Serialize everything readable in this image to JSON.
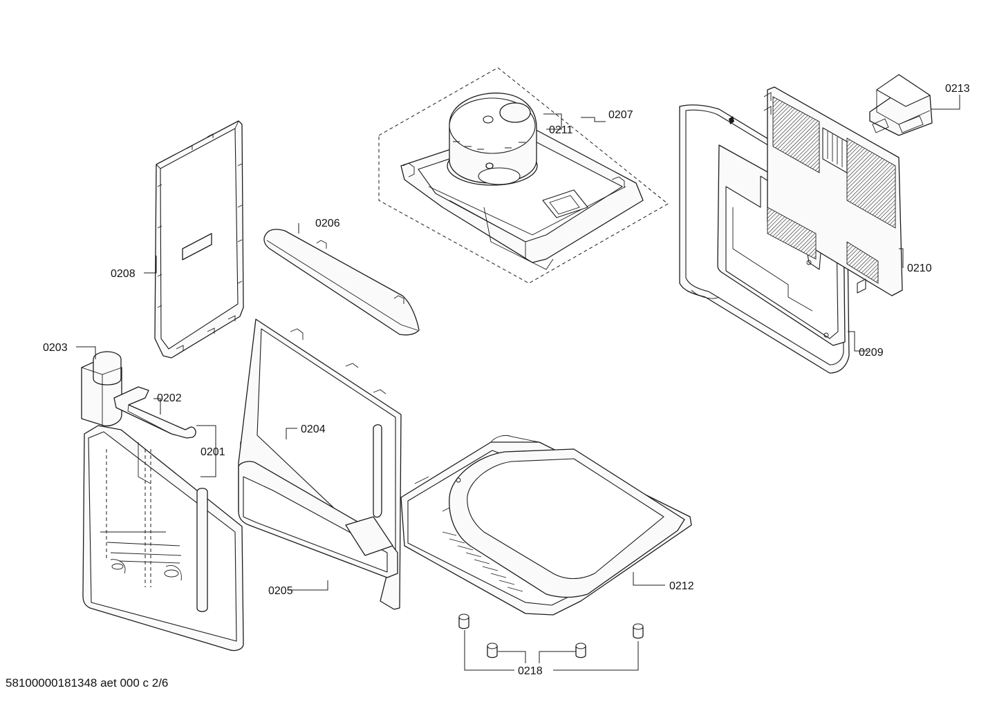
{
  "drawing": {
    "document_id": "58100000181348 aet 000 c 2/6"
  },
  "parts": [
    {
      "id": "p0201",
      "number": "0201"
    },
    {
      "id": "p0202",
      "number": "0202"
    },
    {
      "id": "p0203",
      "number": "0203"
    },
    {
      "id": "p0204",
      "number": "0204"
    },
    {
      "id": "p0205",
      "number": "0205"
    },
    {
      "id": "p0206",
      "number": "0206"
    },
    {
      "id": "p0207",
      "number": "0207"
    },
    {
      "id": "p0208",
      "number": "0208"
    },
    {
      "id": "p0209",
      "number": "0209"
    },
    {
      "id": "p0210",
      "number": "0210"
    },
    {
      "id": "p0211",
      "number": "0211"
    },
    {
      "id": "p0212",
      "number": "0212"
    },
    {
      "id": "p0213",
      "number": "0213"
    },
    {
      "id": "p0218",
      "number": "0218"
    }
  ]
}
